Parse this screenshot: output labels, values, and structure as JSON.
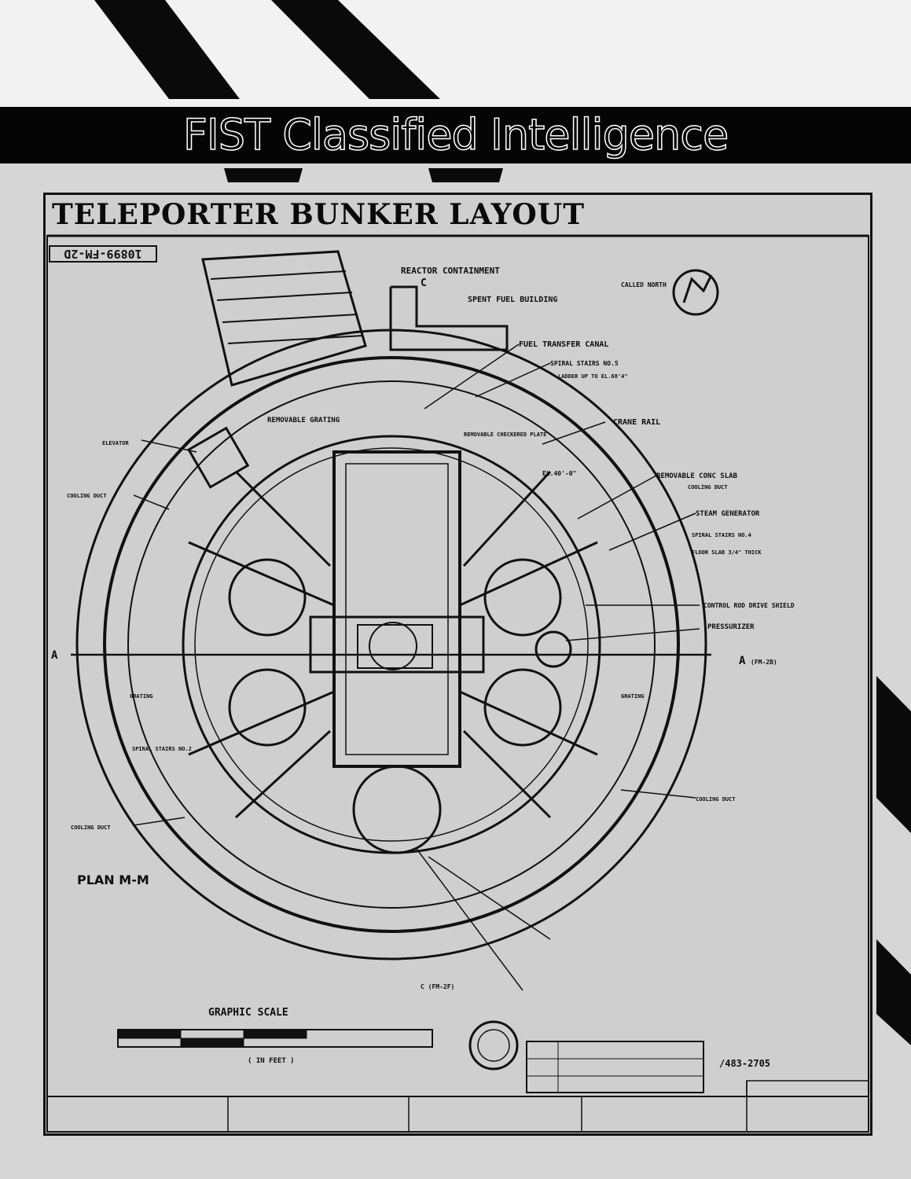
{
  "banner": {
    "title": "FIST Classified Intelligence"
  },
  "document": {
    "title": "TELEPORTER BUNKER LAYOUT",
    "drawing_number": "10899-FM-2D"
  },
  "labels": {
    "reactor_containment": "REACTOR CONTAINMENT",
    "section_c": "C",
    "spent_fuel_building": "SPENT FUEL BUILDING",
    "called_north": "CALLED NORTH",
    "fuel_transfer_canal": "FUEL TRANSFER CANAL",
    "spiral_stairs_5": "SPIRAL STAIRS NO.5",
    "ladder": "LADDER UP TO EL.68'4\"",
    "crane_rail": "CRANE RAIL",
    "removable_grating": "REMOVABLE GRATING",
    "el_40": "EL.40'-0\"",
    "elevator": "ELEVATOR",
    "cooling_duct": "COOLING DUCT",
    "removable_checkered_plate": "REMOVABLE CHECKERED PLATE",
    "removable_conc_slab": "REMOVABLE CONC SLAB",
    "steam_generator": "STEAM GENERATOR",
    "spiral_stairs_4": "SPIRAL STAIRS NO.4",
    "floor_slab": "FLOOR SLAB 3/4\" THICK",
    "control_rod_drive_shield": "CONTROL ROD DRIVE SHIELD",
    "pressurizer": "PRESSURIZER",
    "section_a_left": "A",
    "section_a_right": "A",
    "section_a_ref": "(FM-2B)",
    "grating": "GRATING",
    "spiral_stairs_2": "SPIRAL STAIRS NO.2",
    "plan_title": "PLAN M-M",
    "graphic_scale": "GRAPHIC SCALE",
    "in_feet": "( IN FEET )",
    "section_c_ref": "C (FM-2F)",
    "sheet_code": "/483-2705"
  }
}
